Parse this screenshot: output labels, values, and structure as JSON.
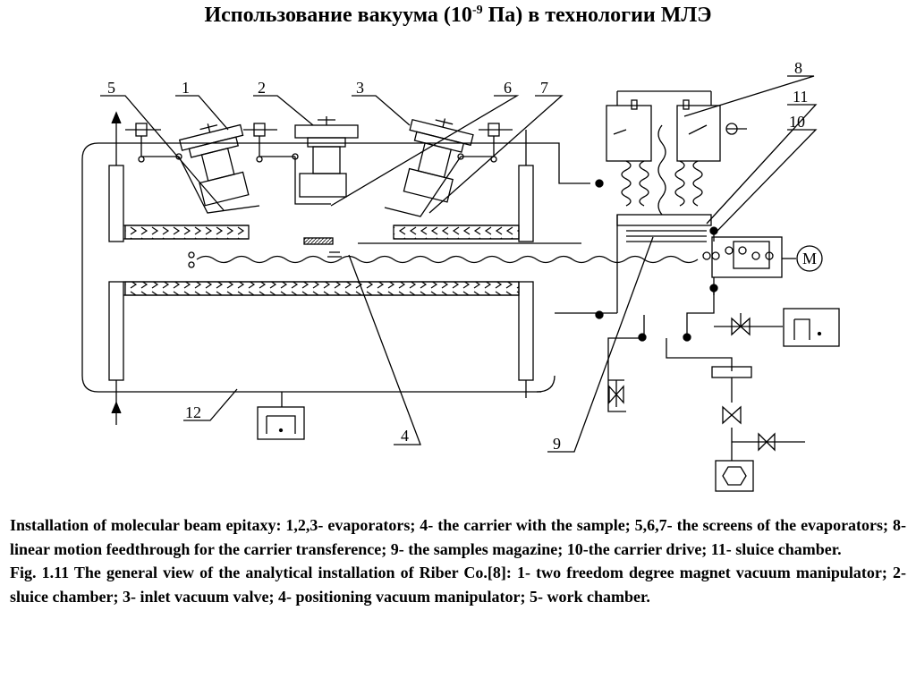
{
  "title": {
    "prefix": "Использование вакуума (10",
    "exponent": "-9",
    "suffix": " Па) в  технологии МЛЭ"
  },
  "diagram": {
    "labels": [
      "1",
      "2",
      "3",
      "4",
      "5",
      "6",
      "7",
      "8",
      "9",
      "10",
      "11",
      "12"
    ],
    "motor_label": "M"
  },
  "caption": {
    "paragraph1": "Installation of molecular beam epitaxy: 1,2,3- evaporators; 4- the carrier with the sample; 5,6,7- the screens of the evaporators; 8- linear motion feedthrough for the carrier transference; 9- the samples magazine; 10-the carrier drive; 11- sluice chamber.",
    "paragraph2": "Fig. 1.11 The general view of the analytical installation of Riber Co.[8]: 1-  two freedom degree magnet vacuum manipulator; 2- sluice chamber; 3- inlet vacuum valve; 4- positioning vacuum manipulator; 5- work chamber."
  }
}
